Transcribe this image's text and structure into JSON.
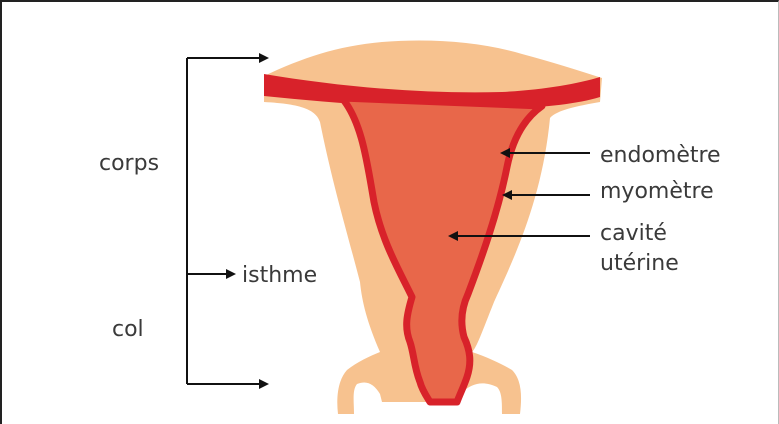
{
  "labels": {
    "corps": "corps",
    "isthme": "isthme",
    "col": "col",
    "endometre": "endomètre",
    "myometre": "myomètre",
    "cavite_line1": "cavité",
    "cavite_line2": "utérine"
  },
  "colors": {
    "myometrium": "#f7c28f",
    "endometrium": "#d8222a",
    "cavity": "#e8674a",
    "line": "#111111",
    "text": "#3a3a3a"
  }
}
